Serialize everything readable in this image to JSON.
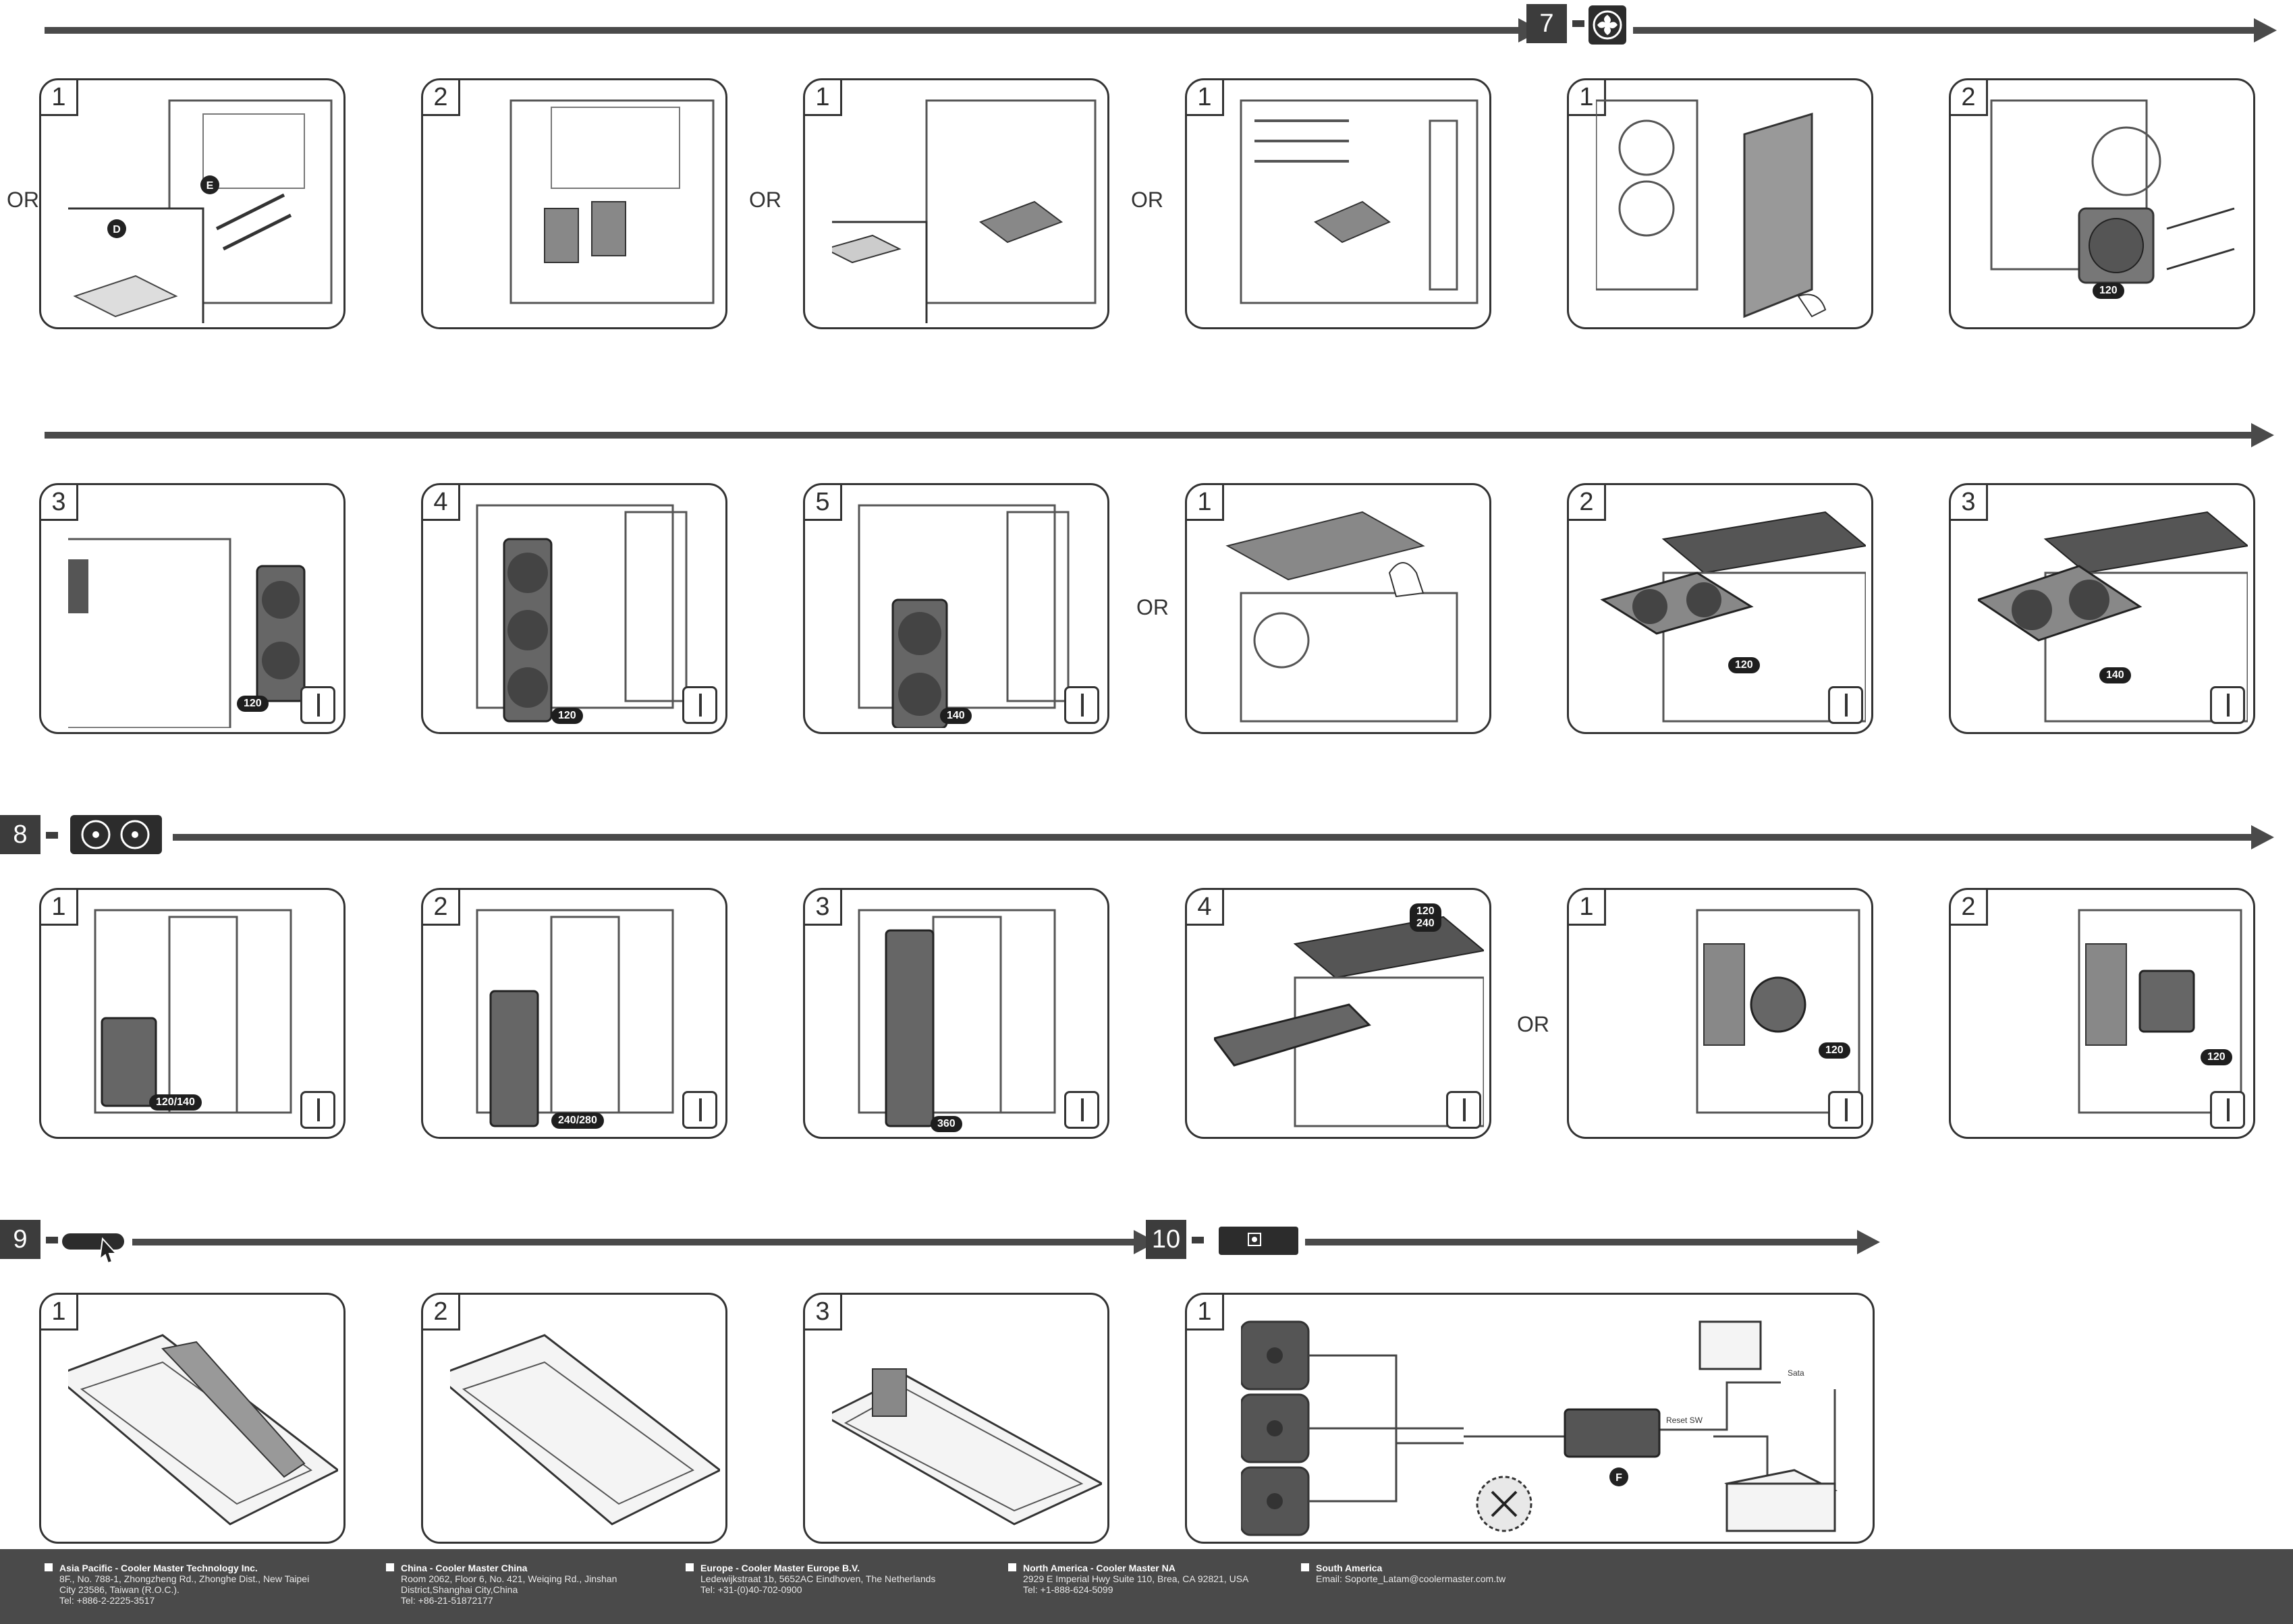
{
  "sections": [
    {
      "number": "7",
      "icon": "fan-icon"
    },
    {
      "number": "8",
      "icon": "radiator-icon"
    },
    {
      "number": "9",
      "icon": "dust-filter-icon"
    },
    {
      "number": "10",
      "icon": "fan-hub-icon"
    }
  ],
  "or_label": "OR",
  "panels": [
    {
      "step": "1",
      "tag": ""
    },
    {
      "step": "2",
      "tag": ""
    },
    {
      "step": "1",
      "tag": ""
    },
    {
      "step": "1",
      "tag": ""
    },
    {
      "step": "1",
      "tag": ""
    },
    {
      "step": "2",
      "tag": "120"
    },
    {
      "step": "3",
      "tag": "120"
    },
    {
      "step": "4",
      "tag": "120"
    },
    {
      "step": "5",
      "tag": "140"
    },
    {
      "step": "1",
      "tag": ""
    },
    {
      "step": "2",
      "tag": "120"
    },
    {
      "step": "3",
      "tag": "140"
    },
    {
      "step": "1",
      "tag": "120/140"
    },
    {
      "step": "2",
      "tag": "240/280"
    },
    {
      "step": "3",
      "tag": "360"
    },
    {
      "step": "4",
      "tag": "120\n240"
    },
    {
      "step": "1",
      "tag": "120"
    },
    {
      "step": "2",
      "tag": "120"
    },
    {
      "step": "1",
      "tag": ""
    },
    {
      "step": "2",
      "tag": ""
    },
    {
      "step": "3",
      "tag": ""
    },
    {
      "step": "1",
      "tag": ""
    }
  ],
  "callouts": {
    "d": "D",
    "e": "E",
    "f": "F",
    "sata": "Sata",
    "reset_sw": "Reset SW"
  },
  "footer": [
    {
      "name": "Asia Pacific - Cooler Master Technology Inc.",
      "lines": [
        "8F., No. 788-1, Zhongzheng Rd., Zhonghe Dist., New Taipei",
        "City 23586, Taiwan (R.O.C.).",
        "Tel: +886-2-2225-3517"
      ]
    },
    {
      "name": "China - Cooler Master China",
      "lines": [
        "Room 2062, Floor 6, No. 421, Weiqing Rd., Jinshan",
        "District,Shanghai City,China",
        "Tel: +86-21-51872177"
      ]
    },
    {
      "name": "Europe - Cooler Master Europe B.V.",
      "lines": [
        "Ledewijkstraat 1b, 5652AC Eindhoven, The Netherlands",
        "Tel: +31-(0)40-702-0900"
      ]
    },
    {
      "name": "North America - Cooler Master NA",
      "lines": [
        "2929 E Imperial Hwy Suite 110, Brea, CA 92821, USA",
        "Tel: +1-888-624-5099"
      ]
    },
    {
      "name": "South America",
      "lines": [
        "Email: Soporte_Latam@coolermaster.com.tw"
      ]
    }
  ]
}
